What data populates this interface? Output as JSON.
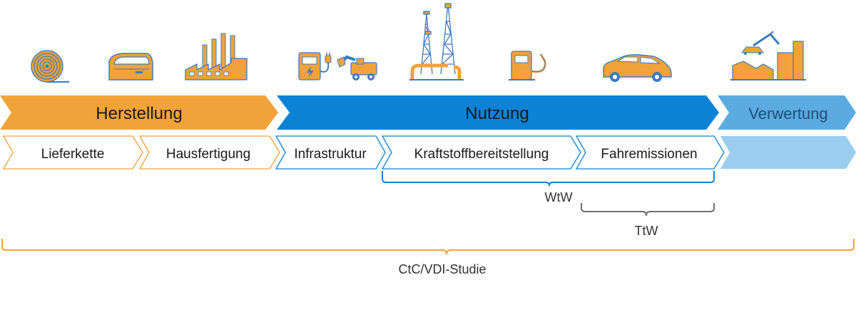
{
  "phases": [
    {
      "label": "Herstellung",
      "color": "#F2A23A",
      "text_color": "#1a1a1a"
    },
    {
      "label": "Nutzung",
      "color": "#0B82D6",
      "text_color": "#1a1a1a"
    },
    {
      "label": "Verwertung",
      "color": "#5BAAE0",
      "text_color": "#1f4e79"
    }
  ],
  "steps": [
    {
      "label": "Lieferkette",
      "color": "#F2A23A"
    },
    {
      "label": "Hausfertigung",
      "color": "#F2A23A"
    },
    {
      "label": "Infrastruktur",
      "color": "#0B82D6"
    },
    {
      "label": "Kraftstoffbereitstellung",
      "color": "#0B82D6"
    },
    {
      "label": "Fahremissionen",
      "color": "#0B82D6"
    },
    {
      "label": "",
      "color": "#9ACDF0"
    }
  ],
  "brackets": {
    "wtw": {
      "label": "WtW",
      "color": "#0B82D6"
    },
    "ttw": {
      "label": "TtW",
      "color": "#707070"
    },
    "ctc": {
      "label": "CtC/VDI-Studie",
      "color": "#F2A23A"
    }
  },
  "icons": [
    "coil-icon",
    "car-door-icon",
    "factory-icon",
    "charging-station-icon",
    "excavator-truck-icon",
    "oil-rig-icon",
    "fuel-pump-icon",
    "car-icon",
    "recycling-plant-icon"
  ],
  "colors": {
    "orange": "#F2A23A",
    "blue": "#0B82D6",
    "light_blue": "#9ACDF0",
    "icon_blue": "#3A7CC0",
    "gray": "#707070"
  }
}
